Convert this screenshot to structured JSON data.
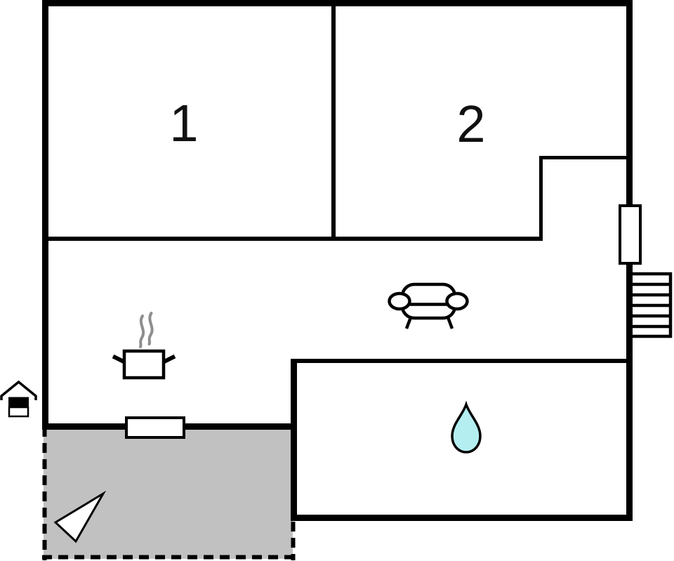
{
  "floorplan": {
    "kind": "floor-plan",
    "rooms": [
      {
        "label": "1"
      },
      {
        "label": "2"
      }
    ],
    "colors": {
      "wall": "#000000",
      "background": "#ffffff",
      "terrace_fill": "#c1c1c1",
      "water_drop_fill": "#b5eef1",
      "steam_stroke": "#8e8e8e",
      "furniture_stroke": "#000000"
    },
    "icons": [
      {
        "name": "house-entrance-icon",
        "meaning": "entrance side marker"
      },
      {
        "name": "cooking-pot-icon",
        "meaning": "kitchen"
      },
      {
        "name": "steam-icon",
        "meaning": "cooking steam"
      },
      {
        "name": "sofa-icon",
        "meaning": "living room"
      },
      {
        "name": "water-drop-icon",
        "meaning": "bathroom"
      },
      {
        "name": "window-icon",
        "meaning": "window"
      },
      {
        "name": "door-icon",
        "meaning": "terrace door"
      },
      {
        "name": "stairs-icon",
        "meaning": "staircase"
      },
      {
        "name": "direction-triangle-icon",
        "meaning": "orientation arrow on terrace"
      }
    ]
  }
}
